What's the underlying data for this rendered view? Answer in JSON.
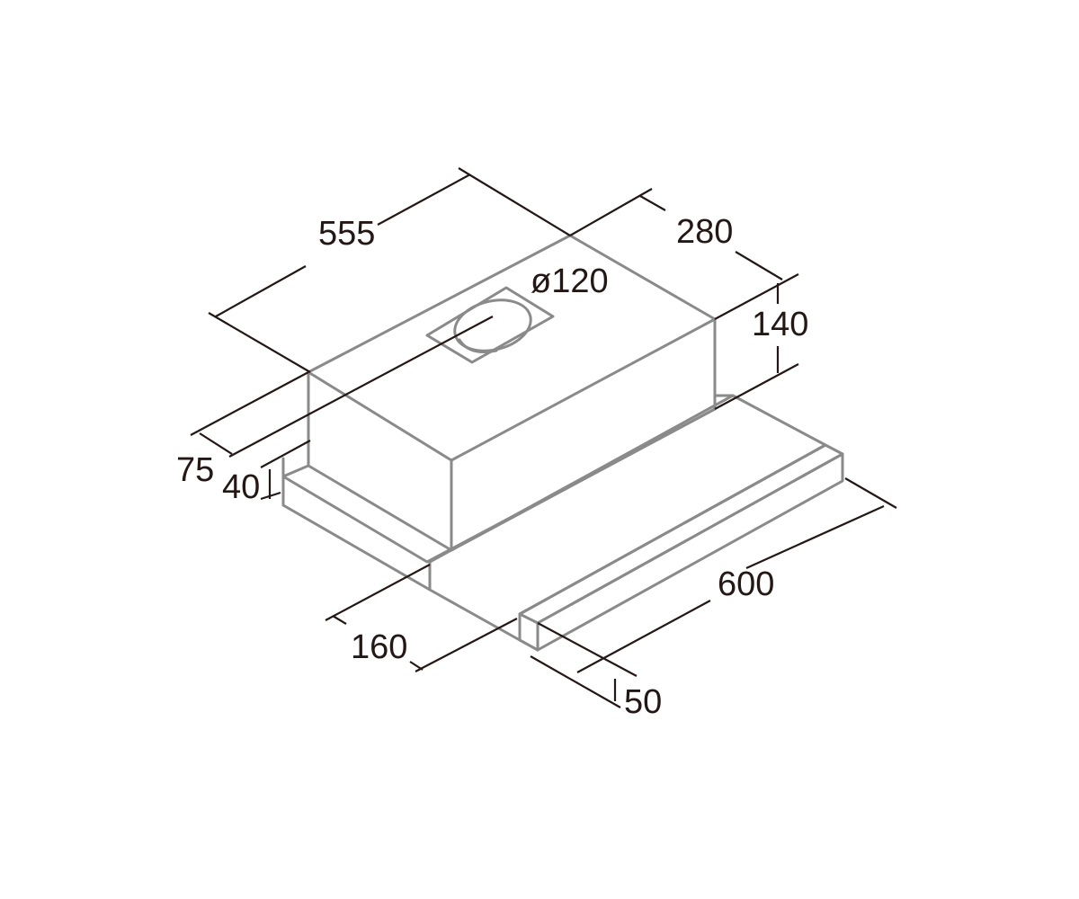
{
  "dimensions": {
    "depth_top": "555",
    "width_top": "280",
    "height_top": "140",
    "duct_diameter": "ø120",
    "side_height": "75",
    "base_height": "40",
    "drawer_depth": "160",
    "total_width": "600",
    "front_height": "50"
  },
  "colors": {
    "outline": "#8a8a8a",
    "dimension": "#231815",
    "background": "#ffffff"
  }
}
